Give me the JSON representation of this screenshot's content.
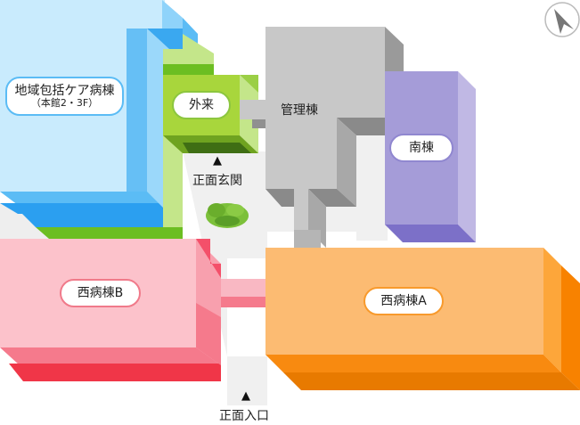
{
  "buildings": {
    "chiiki": {
      "name": "地域包括ケア病棟",
      "sub": "（本館2・3F）",
      "color": "#aee0fb"
    },
    "gairai": {
      "name": "外来",
      "color": "#9ed33b"
    },
    "kanri": {
      "name": "管理棟",
      "color": "#c8c8c8"
    },
    "minami": {
      "name": "南棟",
      "color": "#a59cd8"
    },
    "nishi_b": {
      "name": "西病棟B",
      "color": "#f9b8c3"
    },
    "nishi_a": {
      "name": "西病棟A",
      "color": "#fbb468"
    }
  },
  "entrances": {
    "genkan": {
      "marker": "▲",
      "label": "正面玄関"
    },
    "iriguchi": {
      "marker": "▲",
      "label": "正面入口"
    }
  },
  "compass": {
    "icon": "north-arrow-icon"
  }
}
